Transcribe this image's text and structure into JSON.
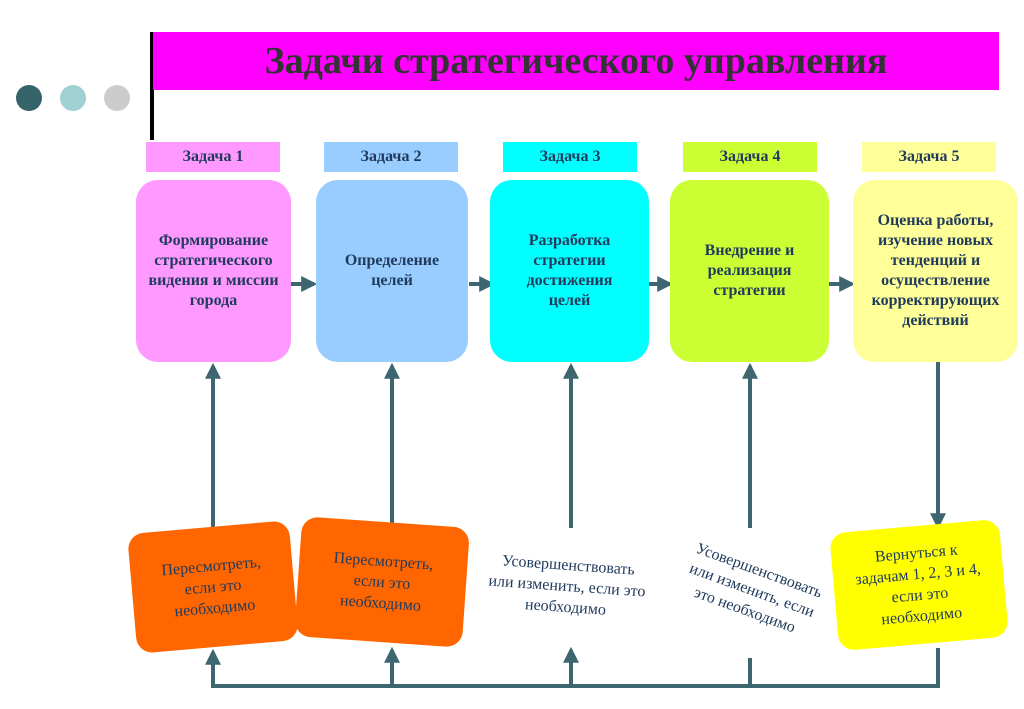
{
  "title": "Задачи стратегического управления",
  "colors": {
    "title_bg": "#ff00ff",
    "connector": "#3d6670",
    "dot1": "#34636a",
    "dot2": "#9fd0d2",
    "dot3": "#cccccc"
  },
  "tasks": [
    {
      "label": "Задача 1",
      "text": "Формирование стратегического видения и миссии города",
      "color": "#ff99ff"
    },
    {
      "label": "Задача 2",
      "text": "Определение целей",
      "color": "#99ccff"
    },
    {
      "label": "Задача 3",
      "text": "Разработка стратегии достижения целей",
      "color": "#00ffff"
    },
    {
      "label": "Задача 4",
      "text": "Внедрение и реализация стратегии",
      "color": "#ccff33"
    },
    {
      "label": "Задача 5",
      "text": "Оценка работы, изучение новых тенденций и осуществление корректирующих действий",
      "color": "#ffff99"
    }
  ],
  "feedback": [
    {
      "text": "Пересмотреть, если это необходимо",
      "color": "#ff6600"
    },
    {
      "text": "Пересмотреть, если это необходимо",
      "color": "#ff6600"
    },
    {
      "text": "Усовершенствовать или изменить, если это необходимо",
      "color": ""
    },
    {
      "text": "Усовершенствовать или изменить, если это необходимо",
      "color": ""
    },
    {
      "text": "Вернуться к задачам 1, 2, 3 и 4, если это необходимо",
      "color": "#ffff00"
    }
  ]
}
